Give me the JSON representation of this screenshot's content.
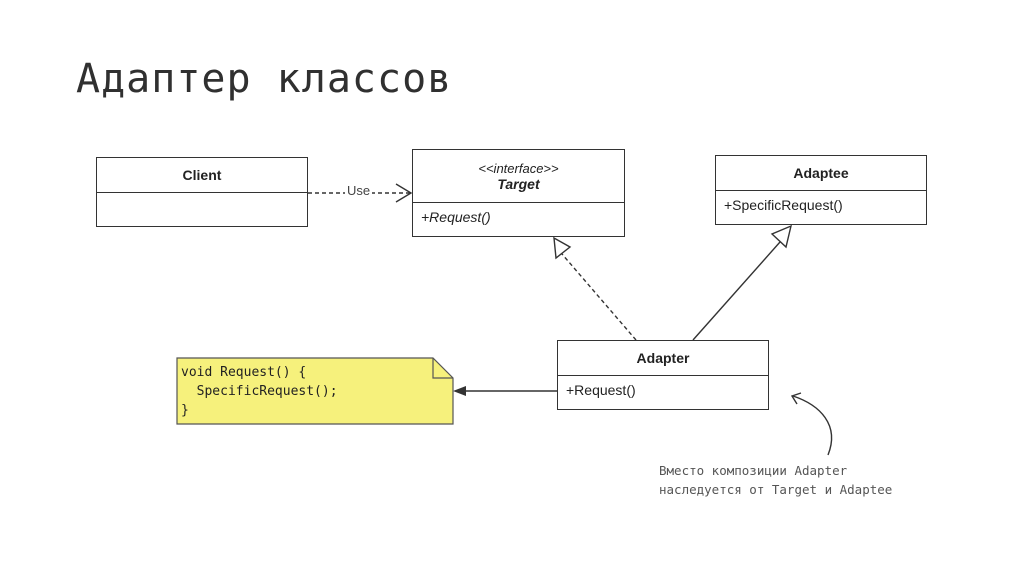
{
  "slide": {
    "title": "Адаптер классов"
  },
  "classes": {
    "client": {
      "name": "Client"
    },
    "target": {
      "stereotype": "<<interface>>",
      "name": "Target",
      "operation": "+Request()"
    },
    "adaptee": {
      "name": "Adaptee",
      "operation": "+SpecificRequest()"
    },
    "adapter": {
      "name": "Adapter",
      "operation": "+Request()"
    }
  },
  "relations": {
    "use_label": "Use"
  },
  "note": {
    "lines": [
      "void Request() {",
      "  SpecificRequest();",
      "}"
    ],
    "color": "#f6f17c"
  },
  "comment": {
    "text": "Вместо композиции Adapter наследуется от Target и Adaptee"
  }
}
